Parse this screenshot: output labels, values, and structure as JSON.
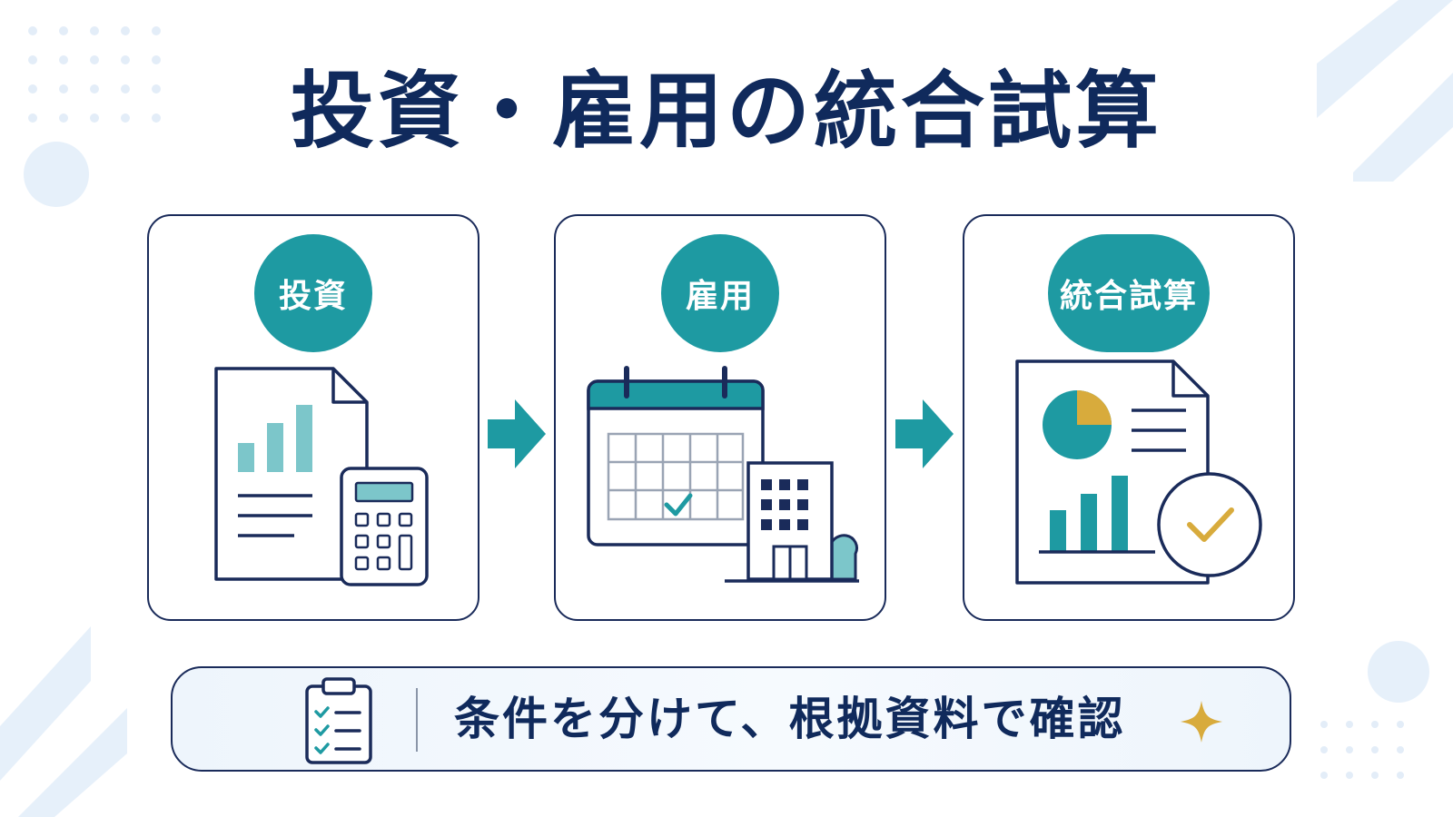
{
  "title": "投資・雇用の統合試算",
  "cards": [
    {
      "label": "投資"
    },
    {
      "label": "雇用"
    },
    {
      "label": "統合試算"
    }
  ],
  "banner": {
    "text": "条件を分けて、根拠資料で確認"
  },
  "colors": {
    "navy": "#102a5c",
    "teal": "#1e9aa2",
    "teal_light": "#7cc6ca",
    "gold": "#d8ab3c",
    "deco_blue": "#e6f0fa"
  },
  "icons": [
    "document-calculator-icon",
    "calendar-building-icon",
    "report-check-icon",
    "arrow-right-icon",
    "clipboard-checklist-icon",
    "sparkle-icon"
  ]
}
